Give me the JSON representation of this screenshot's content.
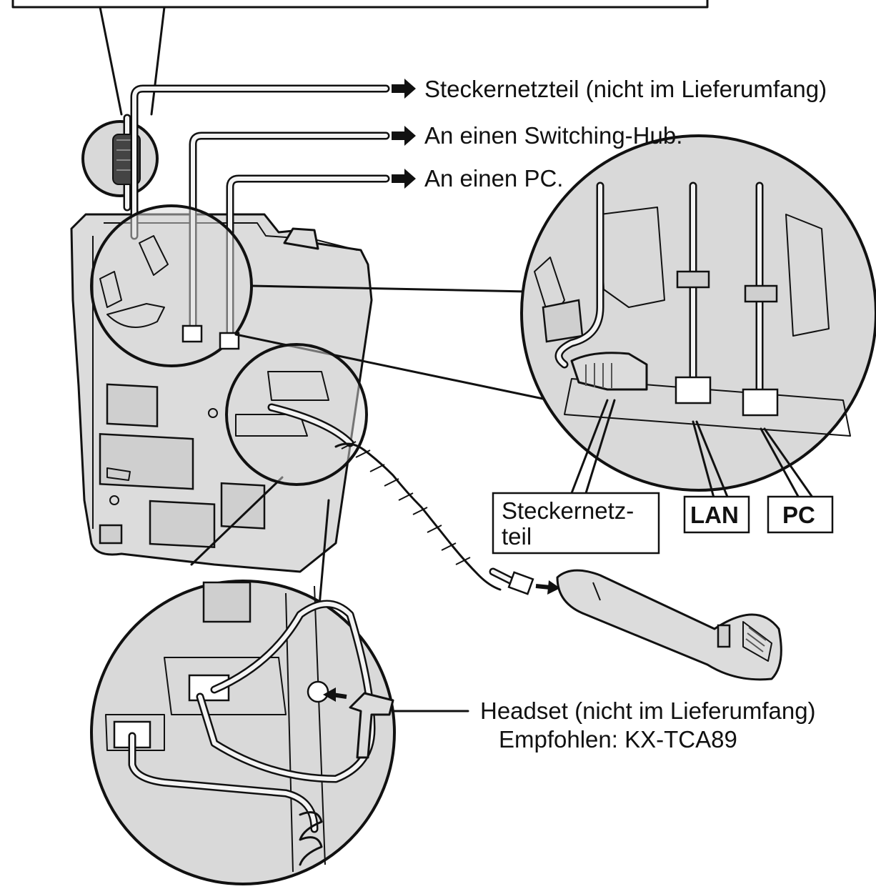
{
  "labels": {
    "ac_adaptor": "Steckernetzteil (nicht im Lieferumfang)",
    "switching_hub": "An einen Switching-Hub.",
    "pc_connection": "An einen PC.",
    "headset_line1": "Headset (nicht im Lieferumfang)",
    "headset_line2": "Empfohlen: KX-TCA89"
  },
  "port_labels": {
    "adaptor_line1": "Steckernetz-",
    "adaptor_line2": "teil",
    "lan": "LAN",
    "pc": "PC"
  },
  "icons": [
    "arrow-right-icon",
    "ferrite-core-icon",
    "handset-icon"
  ]
}
